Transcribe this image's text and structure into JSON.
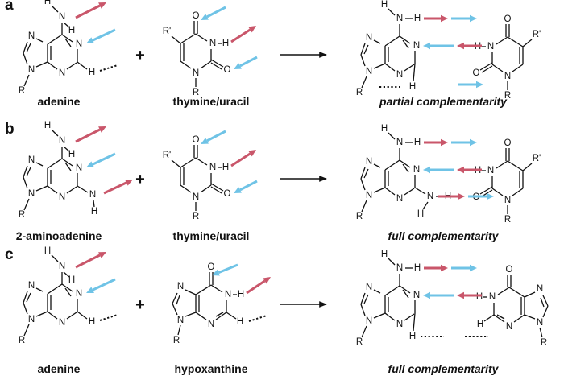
{
  "panels": [
    {
      "letter": "a",
      "left_name": "adenine",
      "right_name": "thymine/uracil",
      "result": "partial complementarity",
      "left_has_amino": false,
      "right_is_hypoxanthine": false
    },
    {
      "letter": "b",
      "left_name": "2-aminoadenine",
      "right_name": "thymine/uracil",
      "result": "full complementarity",
      "left_has_amino": true,
      "right_is_hypoxanthine": false
    },
    {
      "letter": "c",
      "left_name": "adenine",
      "right_name": "hypoxanthine",
      "result": "full complementarity",
      "left_has_amino": false,
      "right_is_hypoxanthine": true
    }
  ],
  "symbols": {
    "plus": "+",
    "N": "N",
    "H": "H",
    "O": "O",
    "R": "R",
    "R_prime": "R'"
  },
  "colors": {
    "donor_arrow": "#c9566a",
    "acceptor_arrow": "#6fc3e6",
    "ink": "#111111"
  }
}
